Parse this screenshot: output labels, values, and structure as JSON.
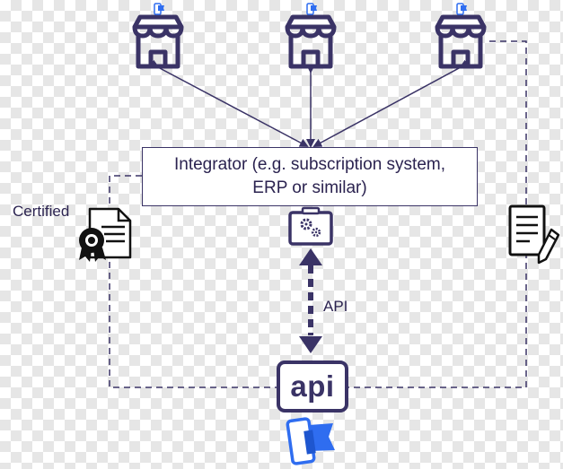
{
  "integrator": {
    "label": "Integrator (e.g. subscription system,\nERP or similar)"
  },
  "certified": {
    "label": "Certified"
  },
  "connection": {
    "label": "API"
  },
  "api_box": {
    "label": "api"
  },
  "icons": {
    "store": "store-icon",
    "certificate": "certificate-icon",
    "gears_window": "gears-window-icon",
    "contract": "contract-edit-icon",
    "phone": "phone-flag-icon"
  },
  "colors": {
    "primary": "#3a3366",
    "accent": "#2f6df0",
    "line": "#3a3366"
  }
}
